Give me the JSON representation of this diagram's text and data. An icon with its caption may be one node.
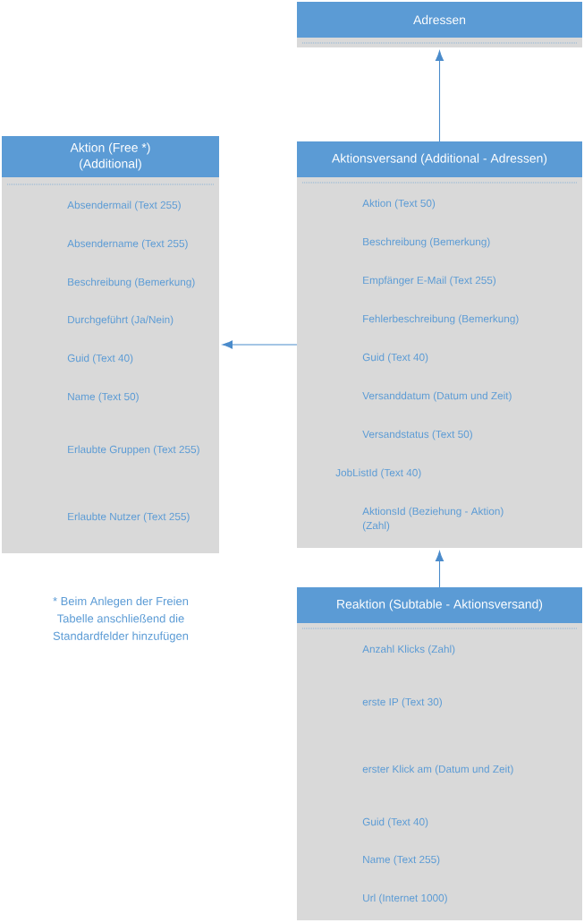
{
  "diagram": {
    "nodes": [
      {
        "text": [
          "Adressen"
        ]
      },
      {
        "text": [
          "Aktion (Free *) (Additional)",
          "Absendermail (Text 255)",
          "Absendername (Text 255)",
          "Beschreibung (Bemerkung)",
          "Durchgeführt (Ja/Nein)",
          "Guid (Text 40)",
          "Name (Text 50)",
          "Erlaubte Gruppen (Text 255)",
          "Erlaubte Nutzer (Text 255)"
        ]
      },
      {
        "text": [
          "Aktionsversand (Additional - Adressen)",
          "Aktion (Text 50)",
          "Beschreibung (Bemerkung)",
          "Empfänger E-Mail (Text 255)",
          "Fehlerbeschreibung (Bemerkung)",
          "Guid (Text 40)",
          "Versanddatum (Datum und Zeit)",
          "Versandstatus (Text 50)",
          "JobListId (Text 40)",
          "AktionsId (Beziehung - Aktion) (Zahl)"
        ]
      },
      {
        "text": [
          "Reaktion (Subtable - Aktionsversand)",
          "Anzahl Klicks (Zahl)",
          "erste IP (Text 30)",
          "erster Klick am (Datum und Zeit)",
          "Guid (Text 40)",
          "Name (Text 255)",
          "Url (Internet 1000)"
        ]
      }
    ],
    "edges": [
      {
        "from": 2,
        "to": 0,
        "arrow": "to"
      },
      {
        "from": 2,
        "to": 1,
        "arrow": "to"
      },
      {
        "from": 3,
        "to": 2,
        "arrow": "to"
      }
    ],
    "labels": [
      "* Beim Anlegen der Freien Tabelle anschließend die Standardfelder hinzufügen"
    ]
  }
}
